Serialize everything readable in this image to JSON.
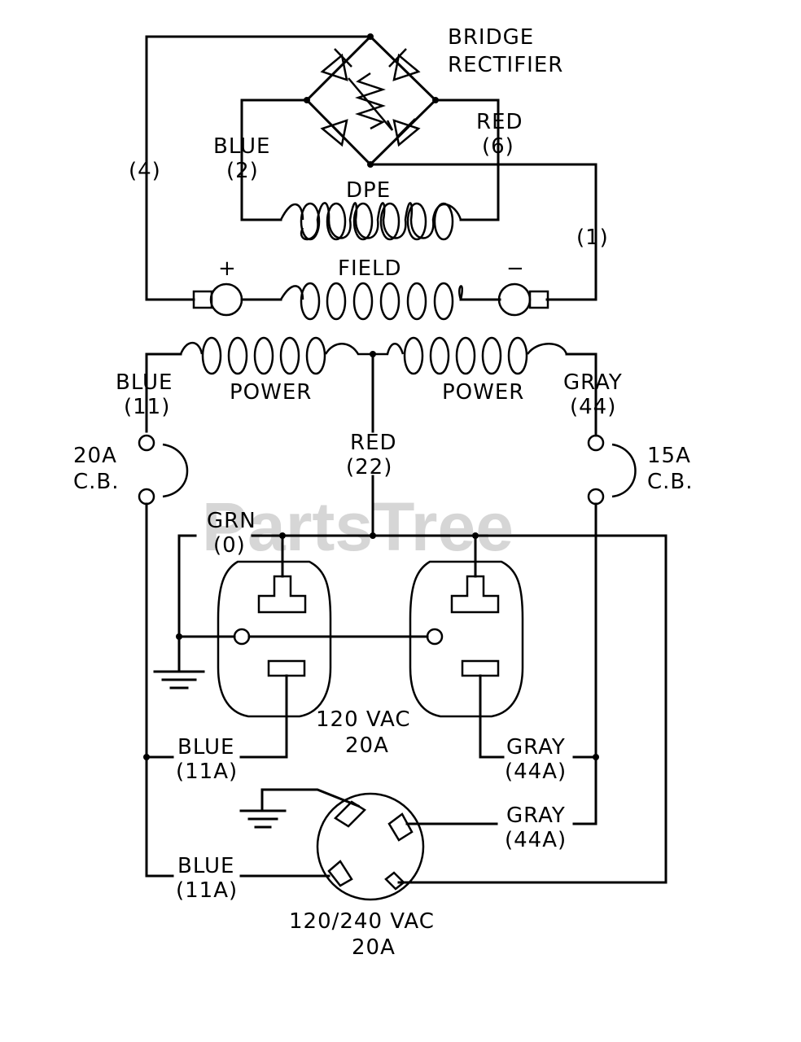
{
  "labels": {
    "bridge_l1": "BRIDGE",
    "bridge_l2": "RECTIFIER",
    "blue2_a": "BLUE",
    "blue2_b": "(2)",
    "red6_a": "RED",
    "red6_b": "(6)",
    "w4": "(4)",
    "w1": "(1)",
    "dpe": "DPE",
    "field": "FIELD",
    "plus": "+",
    "minus": "−",
    "power_left": "POWER",
    "power_right": "POWER",
    "blue11_a": "BLUE",
    "blue11_b": "(11)",
    "gray44_a": "GRAY",
    "gray44_b": "(44)",
    "red22_a": "RED",
    "red22_b": "(22)",
    "cb20_a": "20A",
    "cb20_b": "C.B.",
    "cb15_a": "15A",
    "cb15_b": "C.B.",
    "grn_a": "GRN",
    "grn_b": "(0)",
    "vac120_a": "120  VAC",
    "vac120_b": "20A",
    "blue11a1_a": "BLUE",
    "blue11a1_b": "(11A)",
    "gray44a1_a": "GRAY",
    "gray44a1_b": "(44A)",
    "gray44a2_a": "GRAY",
    "gray44a2_b": "(44A)",
    "blue11a2_a": "BLUE",
    "blue11a2_b": "(11A)",
    "vac240_a": "120/240  VAC",
    "vac240_b": "20A"
  },
  "watermark": "PartsTree",
  "colors": {
    "line": "#000000",
    "watermark": "#d6d6d6",
    "background": "#ffffff"
  }
}
